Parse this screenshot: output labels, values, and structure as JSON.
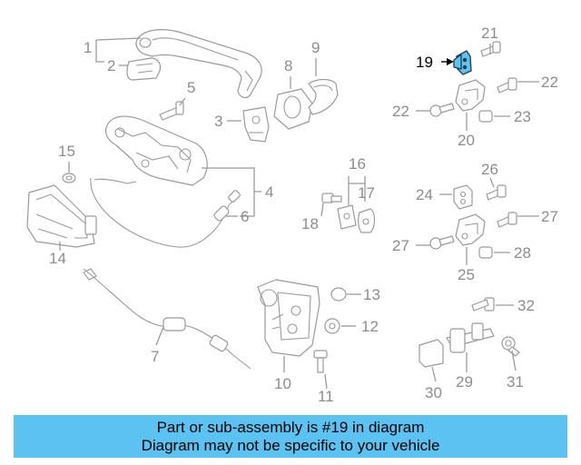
{
  "diagram": {
    "callouts": [
      "1",
      "2",
      "3",
      "4",
      "5",
      "6",
      "7",
      "8",
      "9",
      "10",
      "11",
      "12",
      "13",
      "14",
      "15",
      "16",
      "17",
      "18",
      "19",
      "20",
      "21",
      "22",
      "22",
      "23",
      "24",
      "25",
      "26",
      "27",
      "27",
      "28",
      "29",
      "30",
      "31",
      "32"
    ],
    "highlighted_callout": "19"
  },
  "banner": {
    "line1": "Part or sub-assembly is #19 in diagram",
    "line2": "Diagram may not be specific to your vehicle",
    "background": "#5bc2f2"
  }
}
